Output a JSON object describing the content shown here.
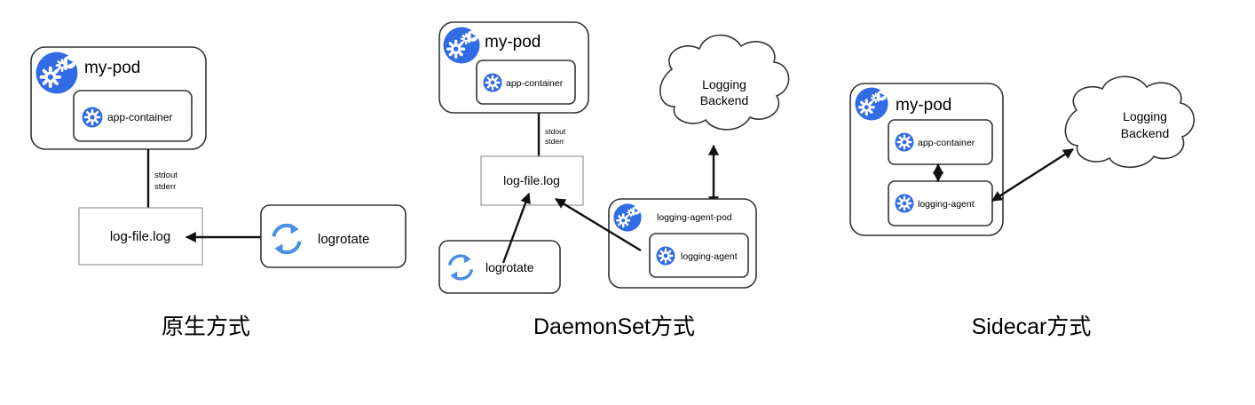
{
  "native": {
    "pod_label": "my-pod",
    "container_label": "app-container",
    "stream_stdout": "stdout",
    "stream_stderr": "stderr",
    "log_file": "log-file.log",
    "logrotate": "logrotate",
    "caption": "原生方式"
  },
  "daemonset": {
    "pod_label": "my-pod",
    "container_label": "app-container",
    "stream_stdout": "stdout",
    "stream_stderr": "stderr",
    "log_file": "log-file.log",
    "logrotate": "logrotate",
    "agent_pod_label": "logging-agent-pod",
    "agent_label": "logging-agent",
    "backend_line1": "Logging",
    "backend_line2": "Backend",
    "caption": "DaemonSet方式"
  },
  "sidecar": {
    "pod_label": "my-pod",
    "container_label": "app-container",
    "agent_label": "logging-agent",
    "backend_line1": "Logging",
    "backend_line2": "Backend",
    "caption": "Sidecar方式"
  },
  "colors": {
    "k8s_blue": "#326CE5",
    "rotate_blue": "#4A90E2",
    "stroke": "#333333"
  },
  "icons": {
    "pod": "kubernetes-pod-icon",
    "container": "container-gear-icon",
    "rotate": "logrotate-cycle-icon"
  }
}
